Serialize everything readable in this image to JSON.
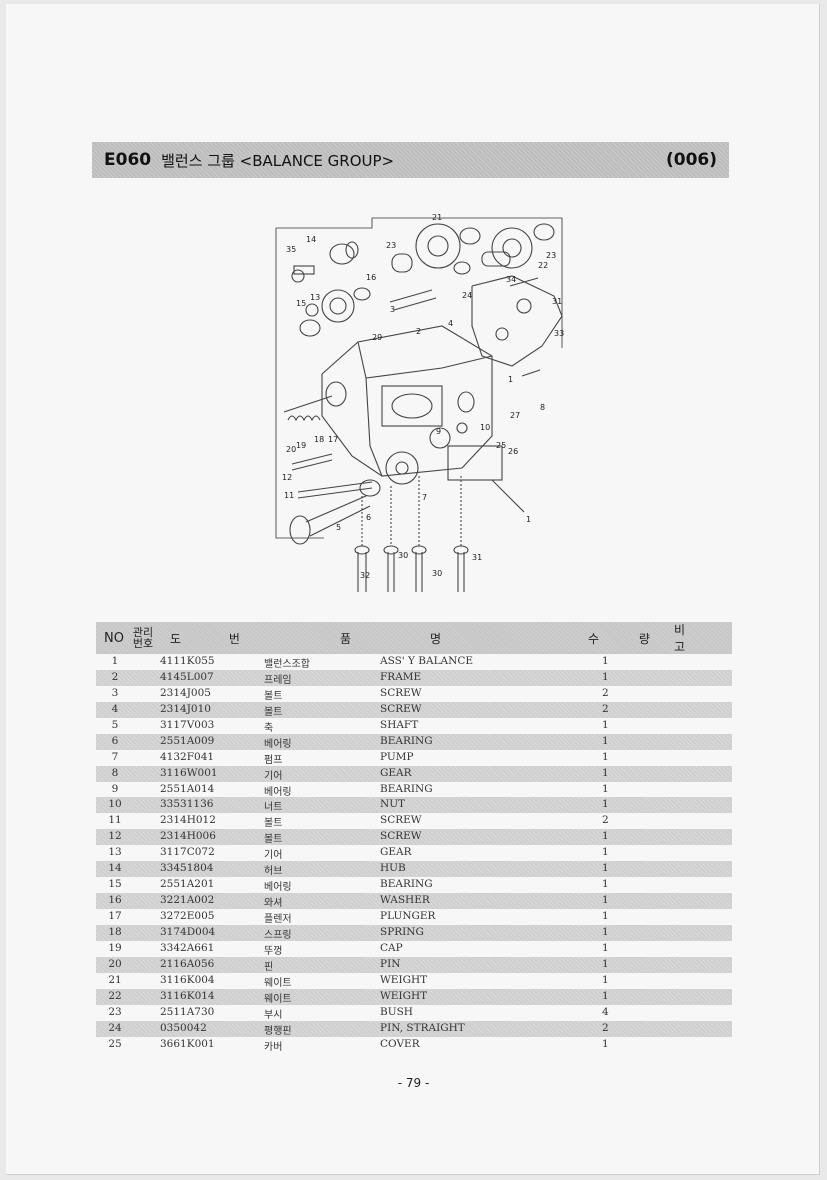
{
  "header": {
    "code": "E060",
    "title": "밸런스 그룹 <BALANCE GROUP>",
    "page_ref": "(006)"
  },
  "diagram": {
    "callouts": [
      "35",
      "14",
      "16",
      "15",
      "13",
      "23",
      "21",
      "22",
      "23",
      "24",
      "3",
      "34",
      "31",
      "29",
      "2",
      "4",
      "1",
      "8",
      "27",
      "20",
      "19",
      "18",
      "17",
      "9",
      "10",
      "25",
      "26",
      "12",
      "11",
      "7",
      "6",
      "5",
      "1",
      "32",
      "30",
      "30",
      "31",
      "33"
    ]
  },
  "table": {
    "headers": {
      "no": "NO",
      "mgmt": "관리번호",
      "mgmt_top": "관리",
      "mgmt_bottom": "번호",
      "drawing": "도 번",
      "name_kor": "품",
      "name_eng": "명",
      "qty": "수 량",
      "note": "비 고"
    },
    "rows": [
      {
        "no": "1",
        "part": "4111K055",
        "kor": "밸런스조합",
        "eng": "ASS' Y BALANCE",
        "qty": "1"
      },
      {
        "no": "2",
        "part": "4145L007",
        "kor": "프레임",
        "eng": "FRAME",
        "qty": "1"
      },
      {
        "no": "3",
        "part": "2314J005",
        "kor": "볼트",
        "eng": "SCREW",
        "qty": "2"
      },
      {
        "no": "4",
        "part": "2314J010",
        "kor": "볼트",
        "eng": "SCREW",
        "qty": "2"
      },
      {
        "no": "5",
        "part": "3117V003",
        "kor": "축",
        "eng": "SHAFT",
        "qty": "1"
      },
      {
        "no": "6",
        "part": "2551A009",
        "kor": "베어링",
        "eng": "BEARING",
        "qty": "1"
      },
      {
        "no": "7",
        "part": "4132F041",
        "kor": "펌프",
        "eng": "PUMP",
        "qty": "1"
      },
      {
        "no": "8",
        "part": "3116W001",
        "kor": "기어",
        "eng": "GEAR",
        "qty": "1"
      },
      {
        "no": "9",
        "part": "2551A014",
        "kor": "베어링",
        "eng": "BEARING",
        "qty": "1"
      },
      {
        "no": "10",
        "part": "33531136",
        "kor": "너트",
        "eng": "NUT",
        "qty": "1"
      },
      {
        "no": "11",
        "part": "2314H012",
        "kor": "볼트",
        "eng": "SCREW",
        "qty": "2"
      },
      {
        "no": "12",
        "part": "2314H006",
        "kor": "볼트",
        "eng": "SCREW",
        "qty": "1"
      },
      {
        "no": "13",
        "part": "3117C072",
        "kor": "기어",
        "eng": "GEAR",
        "qty": "1"
      },
      {
        "no": "14",
        "part": "33451804",
        "kor": "허브",
        "eng": "HUB",
        "qty": "1"
      },
      {
        "no": "15",
        "part": "2551A201",
        "kor": "베어링",
        "eng": "BEARING",
        "qty": "1"
      },
      {
        "no": "16",
        "part": "3221A002",
        "kor": "와셔",
        "eng": "WASHER",
        "qty": "1"
      },
      {
        "no": "17",
        "part": "3272E005",
        "kor": "플렌저",
        "eng": "PLUNGER",
        "qty": "1"
      },
      {
        "no": "18",
        "part": "3174D004",
        "kor": "스프링",
        "eng": "SPRING",
        "qty": "1"
      },
      {
        "no": "19",
        "part": "3342A661",
        "kor": "뚜껑",
        "eng": "CAP",
        "qty": "1"
      },
      {
        "no": "20",
        "part": "2116A056",
        "kor": "핀",
        "eng": "PIN",
        "qty": "1"
      },
      {
        "no": "21",
        "part": "3116K004",
        "kor": "웨이트",
        "eng": "WEIGHT",
        "qty": "1"
      },
      {
        "no": "22",
        "part": "3116K014",
        "kor": "웨이트",
        "eng": "WEIGHT",
        "qty": "1"
      },
      {
        "no": "23",
        "part": "2511A730",
        "kor": "부시",
        "eng": "BUSH",
        "qty": "4"
      },
      {
        "no": "24",
        "part": "0350042",
        "kor": "평행핀",
        "eng": "PIN, STRAIGHT",
        "qty": "2"
      },
      {
        "no": "25",
        "part": "3661K001",
        "kor": "카버",
        "eng": "COVER",
        "qty": "1"
      }
    ]
  },
  "footer": {
    "page_number": "- 79 -"
  }
}
